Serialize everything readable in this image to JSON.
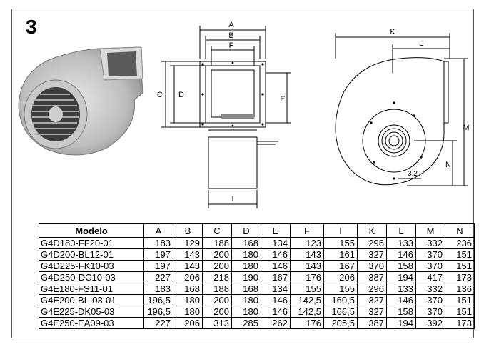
{
  "figure_number": "3",
  "labels": {
    "A": "A",
    "B": "B",
    "F": "F",
    "C": "C",
    "D": "D",
    "E": "E",
    "I": "I",
    "K": "K",
    "L": "L",
    "M": "M",
    "N": "N",
    "dim": "3,2"
  },
  "table": {
    "headers": [
      "Modelo",
      "A",
      "B",
      "C",
      "D",
      "E",
      "F",
      "I",
      "K",
      "L",
      "M",
      "N"
    ],
    "rows": [
      [
        "G4D180-FF20-01",
        "183",
        "129",
        "188",
        "168",
        "134",
        "123",
        "155",
        "296",
        "133",
        "332",
        "236"
      ],
      [
        "G4D200-BL12-01",
        "197",
        "143",
        "200",
        "180",
        "146",
        "143",
        "161",
        "327",
        "146",
        "370",
        "151"
      ],
      [
        "G4D225-FK10-03",
        "197",
        "143",
        "200",
        "180",
        "146",
        "143",
        "167",
        "370",
        "158",
        "370",
        "151"
      ],
      [
        "G4D250-DC10-03",
        "227",
        "206",
        "218",
        "190",
        "167",
        "176",
        "206",
        "387",
        "194",
        "417",
        "173"
      ],
      [
        "G4E180-FS11-01",
        "183",
        "168",
        "188",
        "168",
        "134",
        "155",
        "155",
        "296",
        "133",
        "332",
        "136"
      ],
      [
        "G4E200-BL-03-01",
        "196,5",
        "180",
        "200",
        "180",
        "146",
        "142,5",
        "160,5",
        "327",
        "146",
        "370",
        "151"
      ],
      [
        "G4E225-DK05-03",
        "196,5",
        "180",
        "200",
        "180",
        "146",
        "142,5",
        "166,5",
        "327",
        "158",
        "370",
        "151"
      ],
      [
        "G4E250-EA09-03",
        "227",
        "206",
        "313",
        "285",
        "262",
        "176",
        "205,5",
        "387",
        "194",
        "392",
        "173"
      ]
    ]
  }
}
